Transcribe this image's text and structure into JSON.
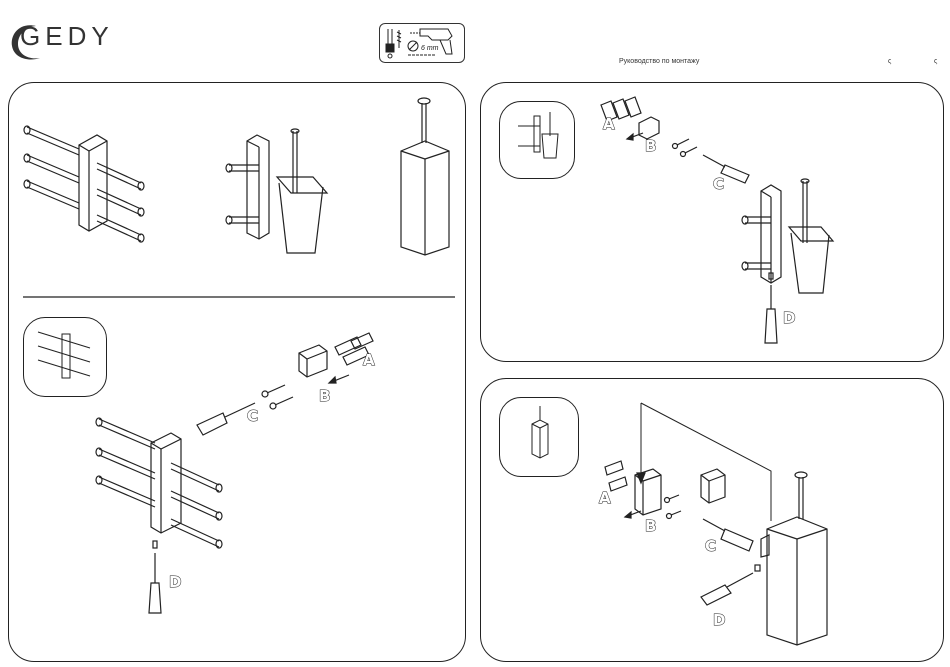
{
  "header": {
    "brand": "GEDY",
    "manual_title": "Руководство по монтажу",
    "drill_size": "6 mm",
    "page_marks": [
      "ς",
      "ς"
    ]
  },
  "labels": {
    "A": "A",
    "B": "B",
    "C": "C",
    "D": "D"
  },
  "icons": [
    "drill-icon",
    "screwdriver-icon",
    "anchor-icon",
    "screw-icon",
    "bracket-icon"
  ],
  "colors": {
    "line": "#222222",
    "background": "#ffffff"
  }
}
